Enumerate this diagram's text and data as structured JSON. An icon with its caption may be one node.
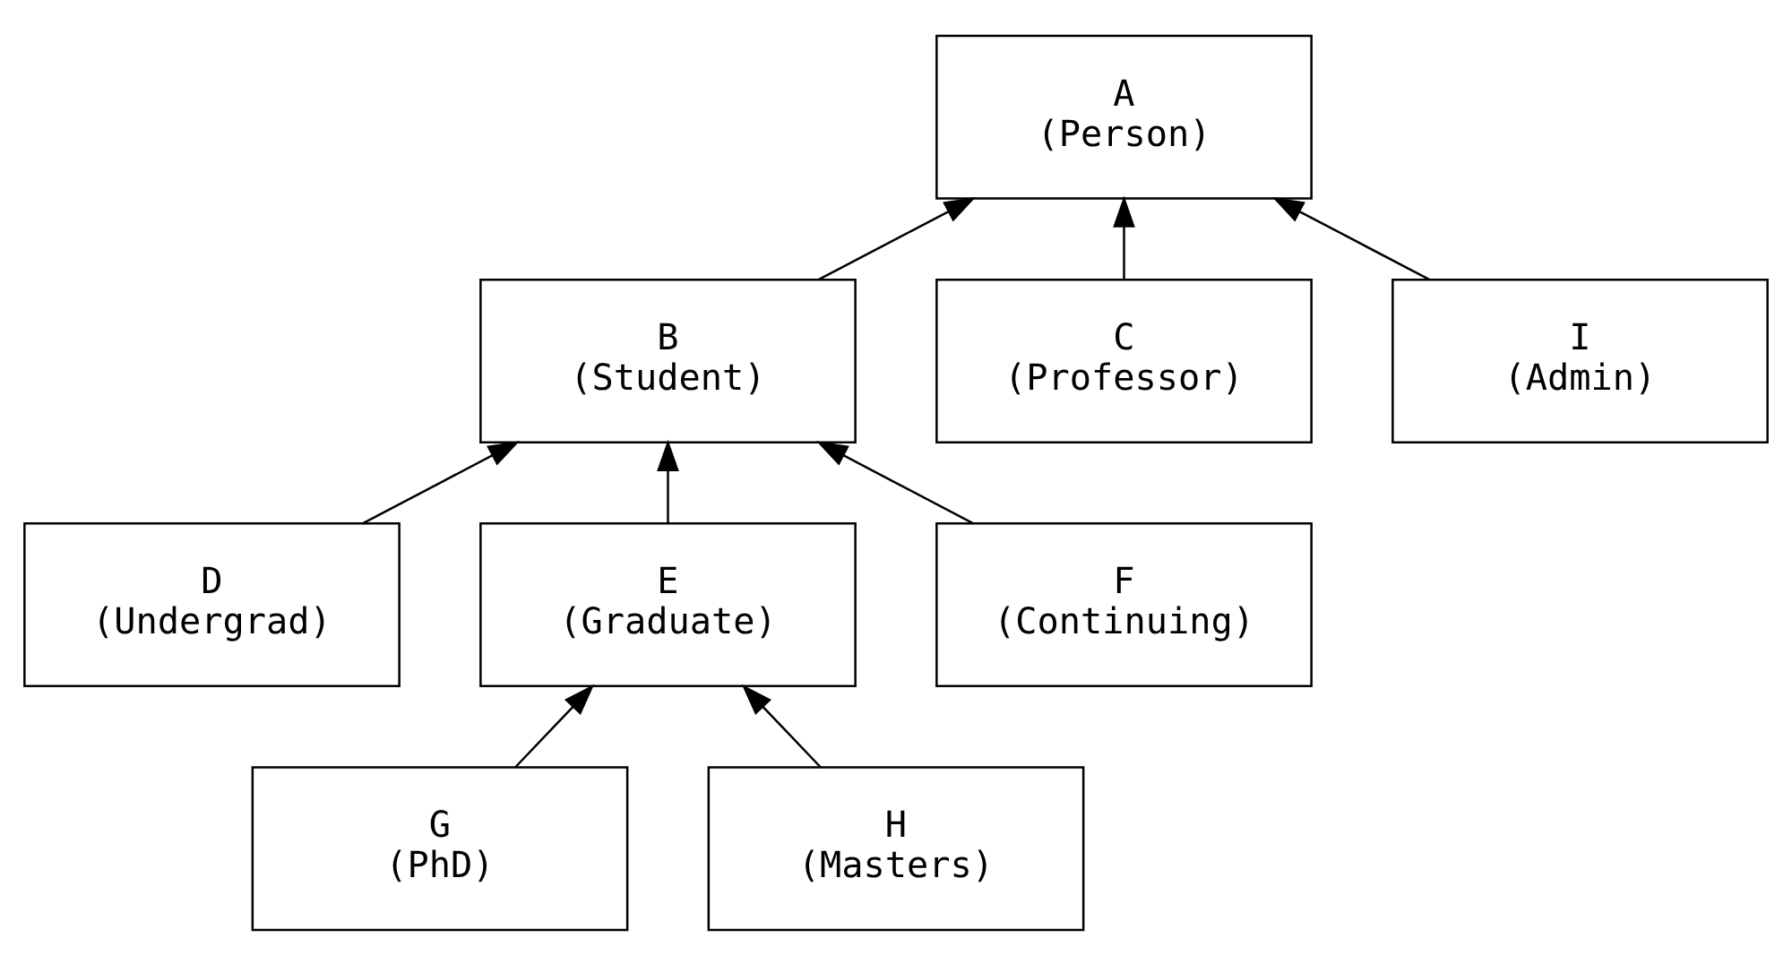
{
  "diagram": {
    "nodes": [
      {
        "text": [
          "A",
          "(Person)"
        ]
      },
      {
        "text": [
          "B",
          "(Student)"
        ]
      },
      {
        "text": [
          "C",
          "(Professor)"
        ]
      },
      {
        "text": [
          "I",
          "(Admin)"
        ]
      },
      {
        "text": [
          "D",
          "(Undergrad)"
        ]
      },
      {
        "text": [
          "E",
          "(Graduate)"
        ]
      },
      {
        "text": [
          "F",
          "(Continuing)"
        ]
      },
      {
        "text": [
          "G",
          "(PhD)"
        ]
      },
      {
        "text": [
          "H",
          "(Masters)"
        ]
      }
    ],
    "edges": [
      {
        "from": 1,
        "to": 0,
        "arrow": "to"
      },
      {
        "from": 2,
        "to": 0,
        "arrow": "to"
      },
      {
        "from": 3,
        "to": 0,
        "arrow": "to"
      },
      {
        "from": 4,
        "to": 1,
        "arrow": "to"
      },
      {
        "from": 5,
        "to": 1,
        "arrow": "to"
      },
      {
        "from": 6,
        "to": 1,
        "arrow": "to"
      },
      {
        "from": 7,
        "to": 5,
        "arrow": "to"
      },
      {
        "from": 8,
        "to": 5,
        "arrow": "to"
      }
    ]
  }
}
